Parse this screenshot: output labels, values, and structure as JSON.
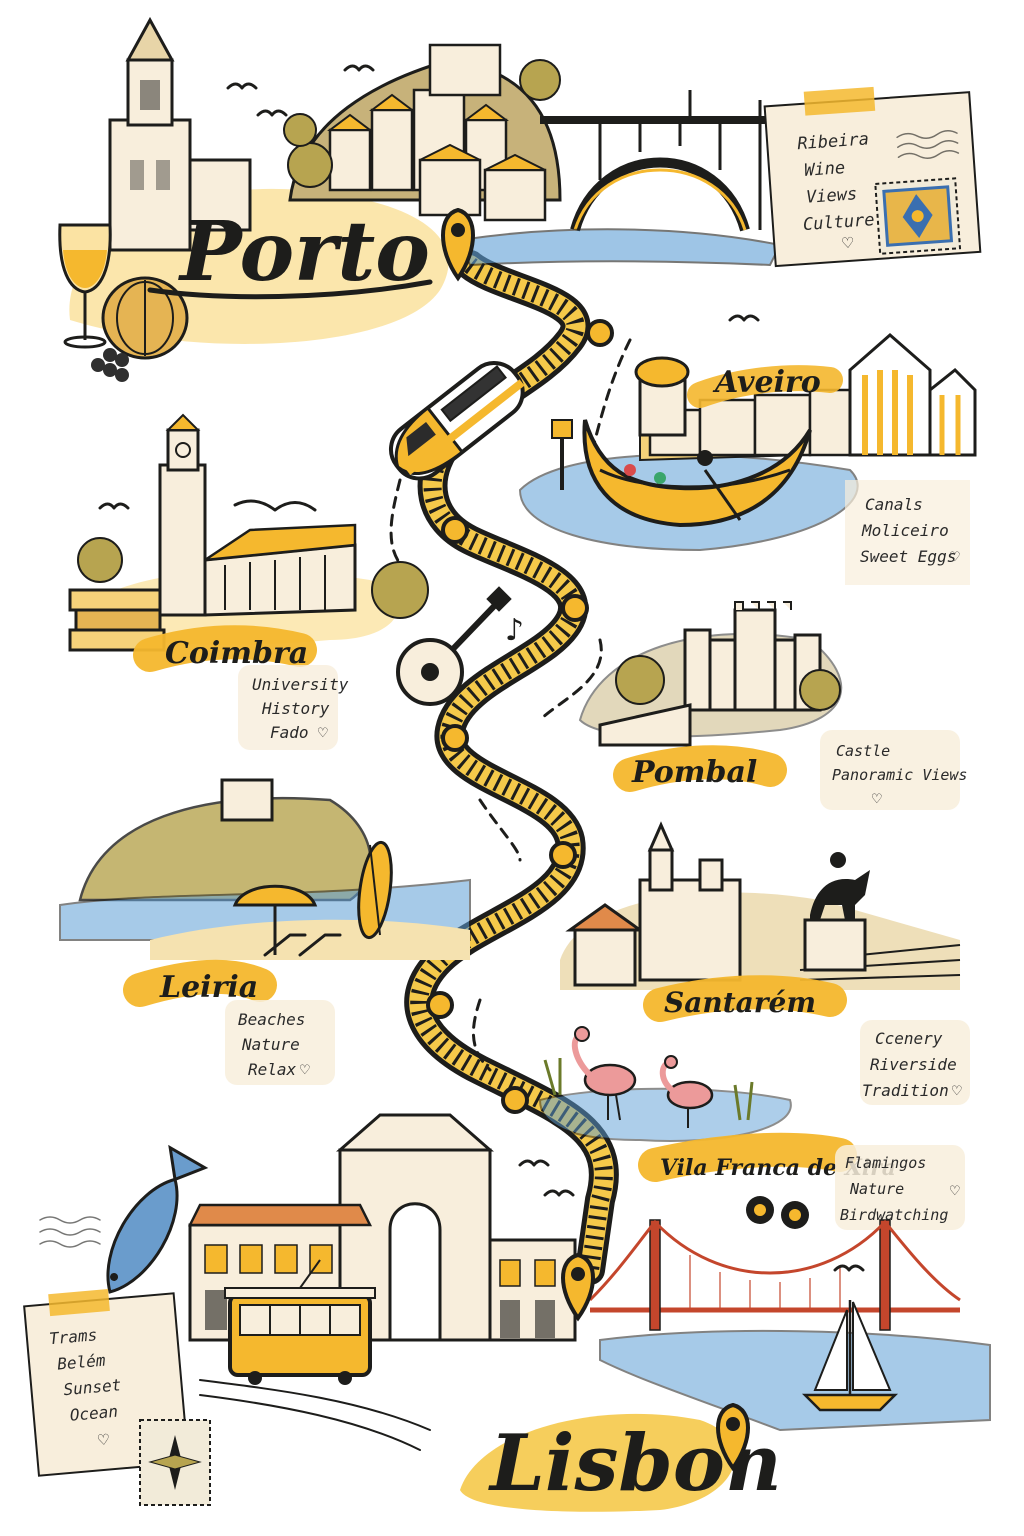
{
  "colors": {
    "accent": "#f5b82e",
    "accent_light": "#fbe3a3",
    "paper": "#f8eedc",
    "water": "#5e9fd6",
    "ink": "#1d1d1b",
    "flamingo": "#ec9a9a",
    "bridge": "#c4462c"
  },
  "cities": {
    "porto": {
      "name": "Porto",
      "notes": [
        "Ribeira",
        "Wine",
        "Views",
        "Culture"
      ],
      "heart": "♡"
    },
    "aveiro": {
      "name": "Aveiro",
      "notes": [
        "Canals",
        "Moliceiro",
        "Sweet Eggs"
      ],
      "heart": "♡"
    },
    "coimbra": {
      "name": "Coimbra",
      "notes": [
        "University",
        "History",
        "Fado"
      ],
      "heart": "♡"
    },
    "pombal": {
      "name": "Pombal",
      "notes": [
        "Castle",
        "Panoramic Views"
      ],
      "heart": "♡"
    },
    "leiria": {
      "name": "Leiria",
      "notes": [
        "Beaches",
        "Nature",
        "Relax"
      ],
      "heart": "♡"
    },
    "santarem": {
      "name": "Santarém",
      "notes": [
        "Ccenery",
        "Riverside",
        "Tradition"
      ],
      "heart": "♡"
    },
    "vila_franca": {
      "name": "Vila Franca de Xira",
      "notes": [
        "Flamingos",
        "Nature",
        "Birdwatching"
      ],
      "heart": "♡"
    },
    "lisbon": {
      "name": "Lisbon",
      "notes": [
        "Trams",
        "Belém",
        "Sunset",
        "Ocean"
      ],
      "heart": "♡"
    }
  },
  "icons": {
    "music": "♪",
    "heart": "♡"
  }
}
